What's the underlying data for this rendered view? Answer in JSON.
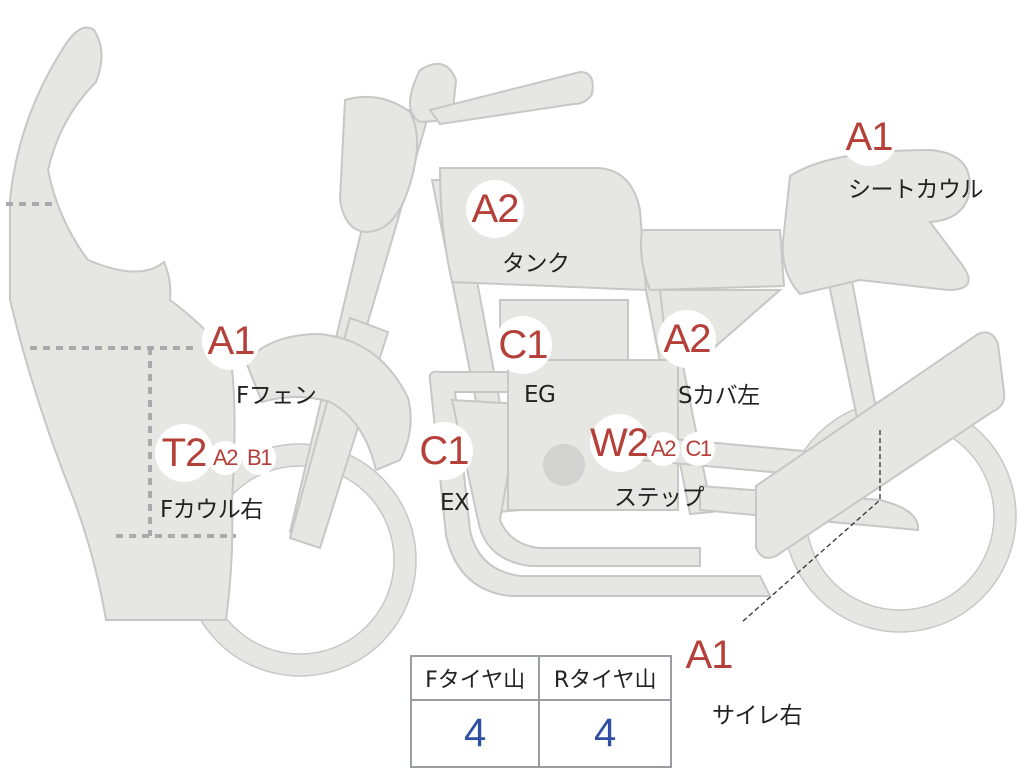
{
  "colors": {
    "body_fill": "#e6e6e2",
    "outline": "#c7c7c7",
    "badge_text": "#b5403a",
    "value_text": "#2f4fa3"
  },
  "markers": [
    {
      "code": "A1",
      "label": "シートカウル"
    },
    {
      "code": "A2",
      "label": "タンク"
    },
    {
      "code": "C1",
      "label": "EG"
    },
    {
      "code": "A2",
      "label": "Sカバ左"
    },
    {
      "code": "A1",
      "label": "Fフェン"
    },
    {
      "code": "C1",
      "label": "EX"
    },
    {
      "codes": [
        "W2",
        "A2",
        "C1"
      ],
      "label": "ステップ"
    },
    {
      "codes": [
        "T2",
        "A2",
        "B1"
      ],
      "label": "Fカウル右"
    },
    {
      "code": "A1",
      "label": "サイレ右"
    }
  ],
  "tires": {
    "headers": [
      "Fタイヤ山",
      "Rタイヤ山"
    ],
    "values": [
      "4",
      "4"
    ]
  }
}
